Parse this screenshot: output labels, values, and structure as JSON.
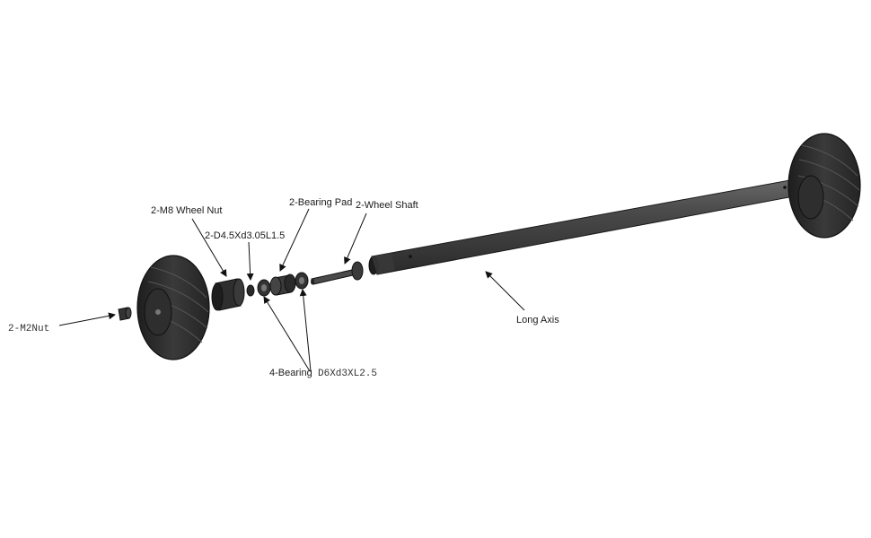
{
  "labels": {
    "nut_m2": "2-M2Nut",
    "wheel_nut": "2-M8 Wheel Nut",
    "spacer": "2-D4.5Xd3.05L1.5",
    "bearing_pad": "2-Bearing Pad",
    "wheel_shaft": "2-Wheel Shaft",
    "long_axis": "Long Axis",
    "bearing": "4-Bearing",
    "bearing_size": "D6Xd3XL2.5"
  },
  "colors": {
    "background": "#ffffff",
    "part_dark": "#2b2b2b",
    "part_mid": "#4a4a4a",
    "part_light": "#6e6e6e",
    "line": "#111111"
  }
}
